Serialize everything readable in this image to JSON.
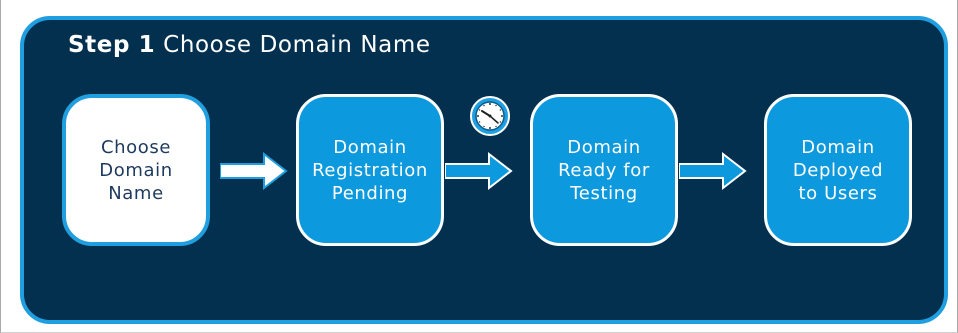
{
  "title": {
    "step": "Step 1",
    "name": "Choose Domain Name"
  },
  "flow": [
    {
      "label": "Choose\nDomain\nName",
      "style": "white"
    },
    {
      "label": "Domain\nRegistration\nPending",
      "style": "blue"
    },
    {
      "label": "Domain\nReady for\nTesting",
      "style": "blue"
    },
    {
      "label": "Domain\nDeployed\nto Users",
      "style": "blue"
    }
  ],
  "icons": {
    "arrow": "right-arrow-icon",
    "clock": "clock-icon"
  },
  "colors": {
    "panel_background": "#03304f",
    "panel_border": "#1f9fe0",
    "step_box_active": "#ffffff",
    "step_box": "#0d99dd",
    "step_text_active": "#1e3a5f",
    "step_text": "#ffffff"
  }
}
